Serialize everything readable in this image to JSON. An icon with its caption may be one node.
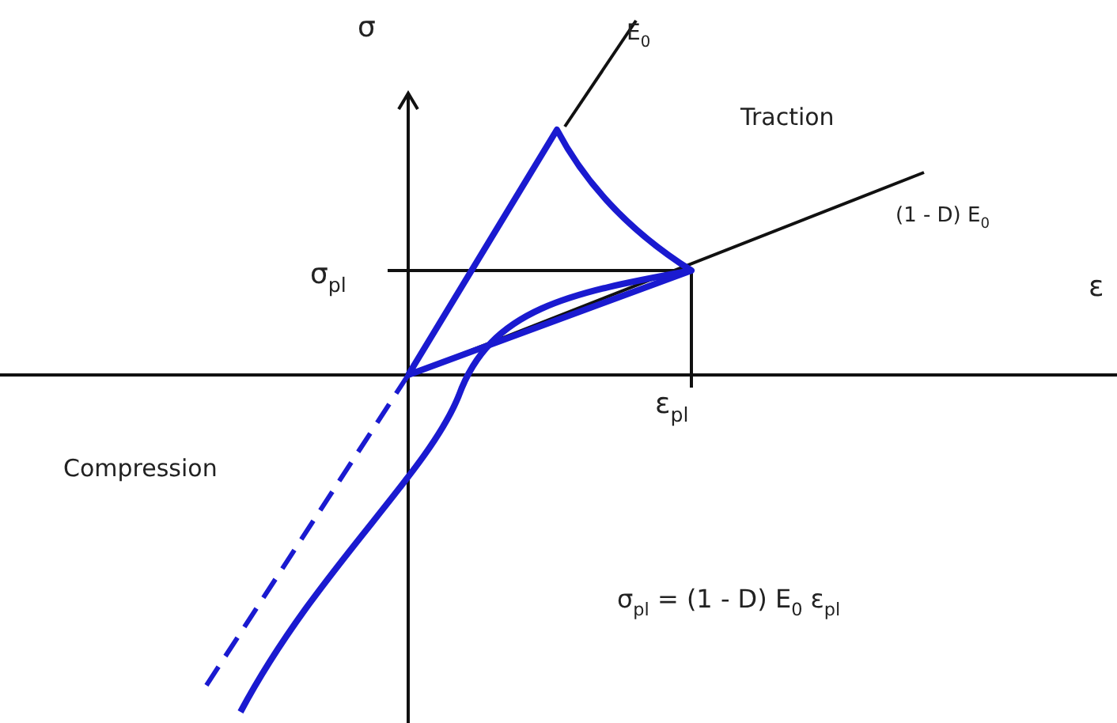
{
  "diagram": {
    "labels": [
      "σ",
      "E$_{0}$",
      "Traction",
      "(1 - D) E$_{0}$",
      "σ$_{pl}$",
      "ε",
      "ε$_{pl}$",
      "Compression",
      "σ$_{pl}$ = (1 - D) E$_{0}$ ε$_{pl}$"
    ]
  }
}
